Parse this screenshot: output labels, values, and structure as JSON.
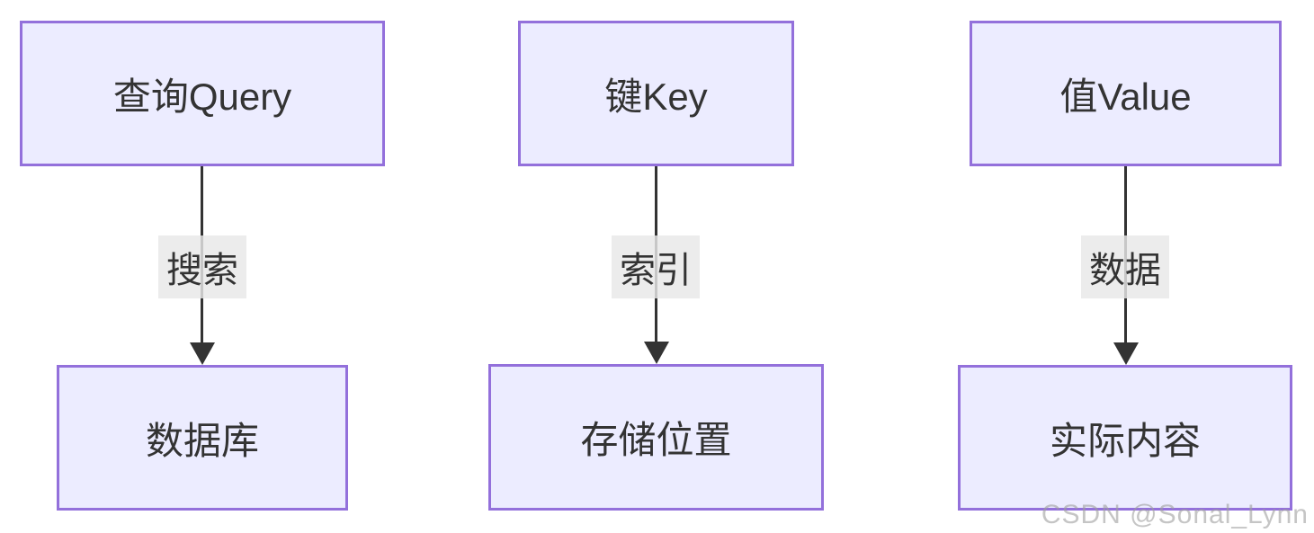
{
  "diagram": {
    "type": "flowchart",
    "direction": "top-down",
    "columns": [
      {
        "top_node": "查询Query",
        "edge_label": "搜索",
        "bottom_node": "数据库"
      },
      {
        "top_node": "键Key",
        "edge_label": "索引",
        "bottom_node": "存储位置"
      },
      {
        "top_node": "值Value",
        "edge_label": "数据",
        "bottom_node": "实际内容"
      }
    ],
    "colors": {
      "node_fill": "#ECECFF",
      "node_border": "#9370DB",
      "edge_line": "#333333",
      "edge_label_background": "#e8e8e8",
      "text": "#333333",
      "background": "#ffffff"
    }
  },
  "watermark": {
    "text": "CSDN @Sonal_Lynn"
  }
}
